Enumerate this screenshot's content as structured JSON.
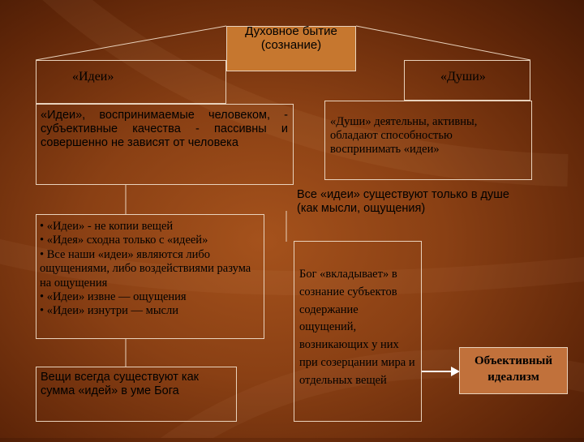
{
  "center": {
    "text": "Духовное бытие (сознание)"
  },
  "ideas_title": "«Идеи»",
  "souls_title": "«Души»",
  "ideas_desc": "«Идеи», воспринимаемые человеком, - субъективные качества - пассивны и совершенно не зависят от человека",
  "souls_desc": "«Души» деятельны, активны, обладают способностью воспринимать «идеи»",
  "souls_note": "Все «идеи» существуют только в душе (как мысли, ощущения)",
  "bullets": [
    "• «Идеи» - не копии вещей",
    "• «Идея» сходна только с «идеей»",
    "• Все наши «идеи» являются либо ощущениями, либо воздействиями разума на ощущения",
    "• «Идеи» извне — ощущения",
    "• «Идеи» изнутри — мысли"
  ],
  "things_box": "Вещи всегда существуют как сумма «идей» в уме Бога",
  "god_box": "Бог «вкладывает» в сознание субъектов содержание ощущений, возникающих у них при созерцании мира и отдельных вещей",
  "result_box": "Объективный идеализм",
  "colors": {
    "border": "#e9d2bc",
    "title_fill": "#c6772f",
    "result_fill": "#c1713b"
  }
}
